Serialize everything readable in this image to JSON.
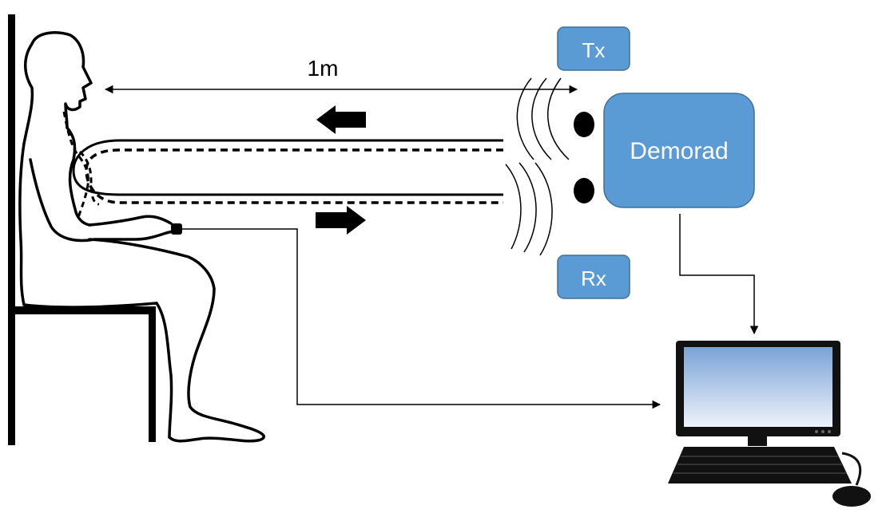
{
  "labels": {
    "distance": "1m",
    "tx": "Tx",
    "rx": "Rx",
    "device": "Demorad"
  },
  "icons": {
    "person": "seated-person-icon",
    "chair": "chair-icon",
    "sensor": "finger-sensor-icon",
    "antenna": "antenna-icon",
    "computer": "desktop-computer-icon"
  },
  "colors": {
    "box_fill": "#5b9bd5",
    "box_stroke": "#41719c",
    "line": "#000000",
    "screen_top": "#7aa3d8",
    "screen_bottom": "#e8eff8"
  }
}
